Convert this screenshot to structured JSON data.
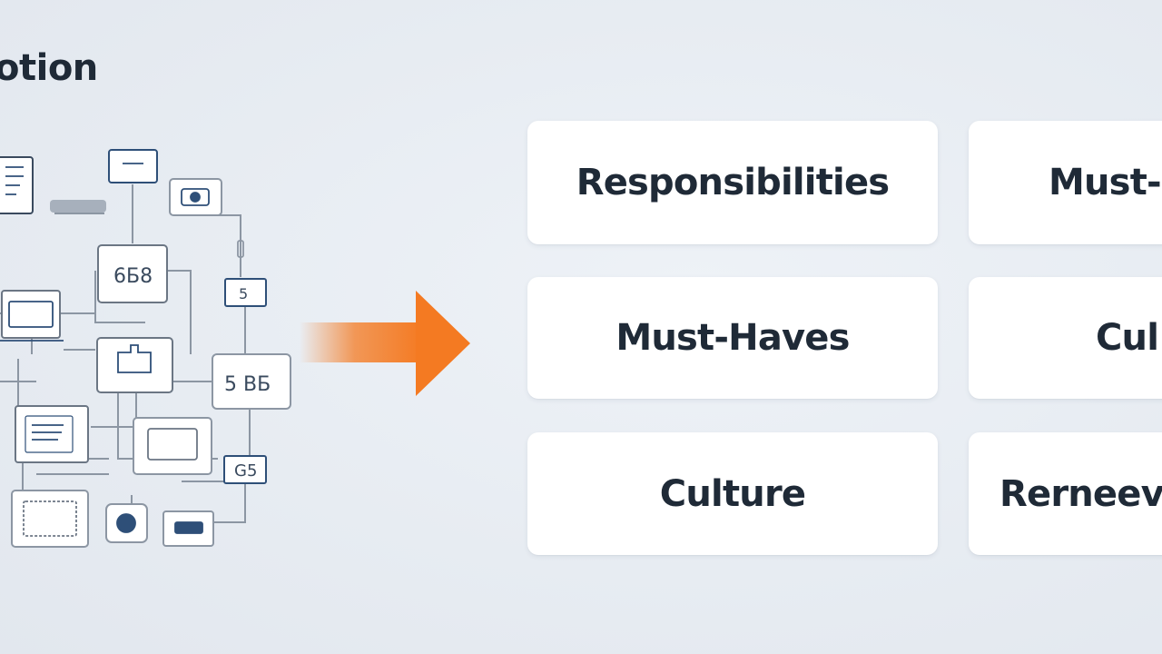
{
  "heading": "otion",
  "cards": {
    "left": [
      {
        "label": "Responsibilities"
      },
      {
        "label": "Must-Haves"
      },
      {
        "label": "Culture"
      }
    ],
    "right": [
      {
        "label": "Must-"
      },
      {
        "label": "Cul"
      },
      {
        "label": "Rerneevv"
      }
    ]
  },
  "network": {
    "node_labels": [
      "6Б8",
      "5 ВБ",
      "G5",
      "5"
    ]
  },
  "colors": {
    "background": "#e9edf3",
    "card": "#ffffff",
    "text": "#1f2a37",
    "accent_arrow": "#f47a22",
    "diagram_line": "#8c96a3",
    "diagram_icon": "#2e4f78"
  }
}
